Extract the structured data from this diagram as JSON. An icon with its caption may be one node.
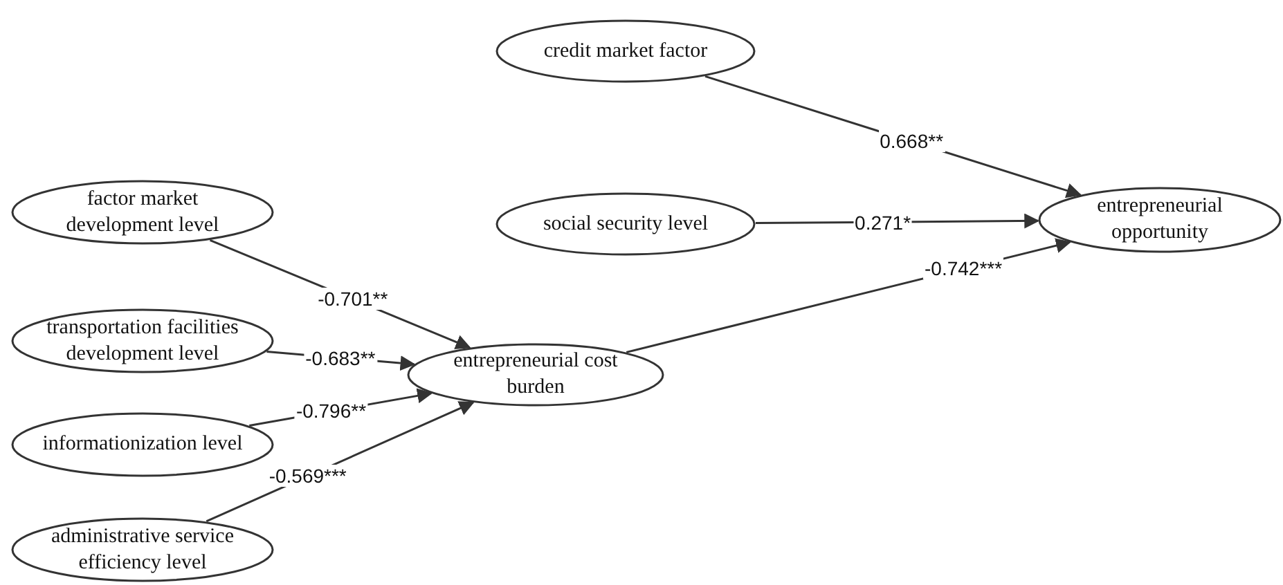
{
  "diagram": {
    "nodes": [
      {
        "text": [
          "credit market factor"
        ]
      },
      {
        "text": [
          "social security level"
        ]
      },
      {
        "text": [
          "factor market development level"
        ]
      },
      {
        "text": [
          "transportation facilities development level"
        ]
      },
      {
        "text": [
          "informationization level"
        ]
      },
      {
        "text": [
          "administrative service efficiency level"
        ]
      },
      {
        "text": [
          "entrepreneurial cost burden"
        ]
      },
      {
        "text": [
          "entrepreneurial opportunity"
        ]
      }
    ],
    "edges": [
      {
        "from": 0,
        "to": 7,
        "arrow": "to",
        "label": "0.668**"
      },
      {
        "from": 1,
        "to": 7,
        "arrow": "to",
        "label": "0.271*"
      },
      {
        "from": 6,
        "to": 7,
        "arrow": "to",
        "label": "-0.742***"
      },
      {
        "from": 2,
        "to": 6,
        "arrow": "to",
        "label": "-0.701**"
      },
      {
        "from": 3,
        "to": 6,
        "arrow": "to",
        "label": "-0.683**"
      },
      {
        "from": 4,
        "to": 6,
        "arrow": "to",
        "label": "-0.796**"
      },
      {
        "from": 5,
        "to": 6,
        "arrow": "to",
        "label": "-0.569***"
      }
    ]
  }
}
